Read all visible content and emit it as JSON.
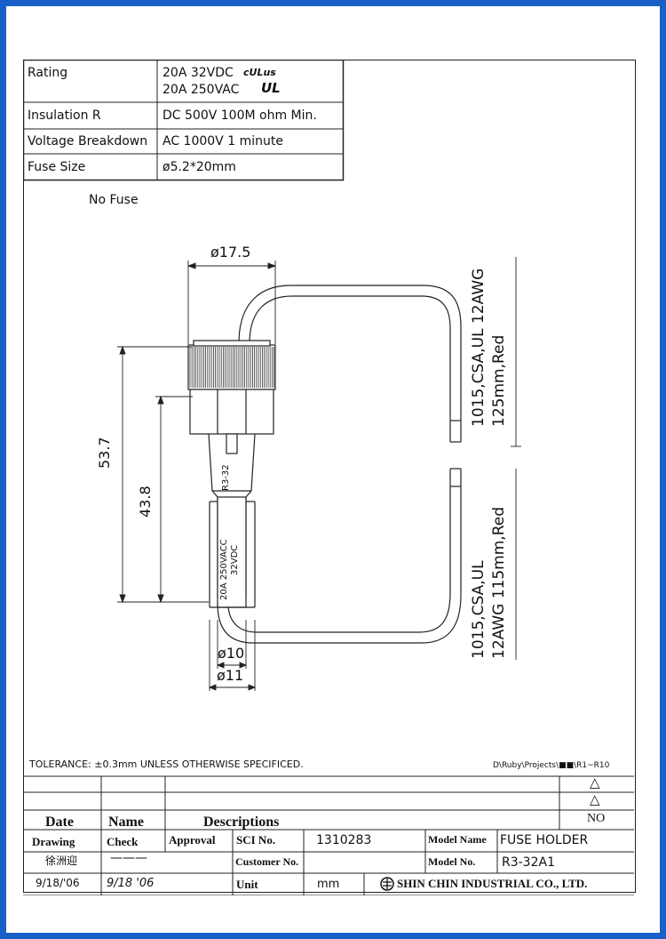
{
  "specs": {
    "rating_label": "Rating",
    "rating_value_1": "20A 32VDC",
    "rating_value_2": "20A 250VAC",
    "rating_mark_1": "cULus",
    "rating_mark_2": "UL",
    "insulation_label": "Insulation R",
    "insulation_value": "DC 500V 100M ohm Min.",
    "breakdown_label": "Voltage Breakdown",
    "breakdown_value": "AC 1000V 1 minute",
    "fuse_label": "Fuse Size",
    "fuse_value": "ø5.2*20mm"
  },
  "note": "No Fuse",
  "drawing": {
    "dim_top": "ø17.5",
    "dim_53": "53.7",
    "dim_43": "43.8",
    "dim_10": "ø10",
    "dim_11": "ø11",
    "wire_top_1": "1015,CSA,UL 12AWG",
    "wire_top_2": "125mm,Red",
    "wire_bot_1": "1015,CSA,UL",
    "wire_bot_2": "12AWG 115mm,Red",
    "body_model": "R3-32",
    "body_rating_1": "20A 250VACC",
    "body_rating_2": "32VDC"
  },
  "tolerance": "TOLERANCE: ±0.3mm UNLESS OTHERWISE SPECIFICED.",
  "path": "D\\Ruby\\Projects\\■■\\R1~R10",
  "titleblock": {
    "rev_symbol_1": "△",
    "rev_symbol_2": "△",
    "no_label": "NO",
    "date_label": "Date",
    "name_label": "Name",
    "desc_label": "Descriptions",
    "drawing_label": "Drawing",
    "check_label": "Check",
    "approval_label": "Approval",
    "sci_label": "SCI No.",
    "sci_value": "1310283",
    "model_name_label": "Model Name",
    "model_name_value": "FUSE HOLDER",
    "customer_label": "Customer No.",
    "model_no_label": "Model No.",
    "model_no_value": "R3-32A1",
    "drawer_name": "徐洲迎",
    "check_sign": "———",
    "drawn_date": "9/18/'06",
    "check_date": "9/18 '06",
    "unit_label": "Unit",
    "unit_value": "mm",
    "company": "SHIN CHIN INDUSTRIAL CO., LTD."
  }
}
